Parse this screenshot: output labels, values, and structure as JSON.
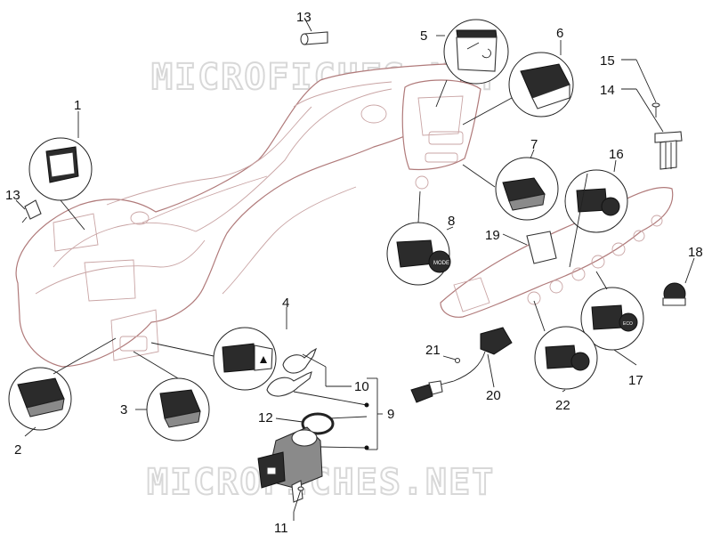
{
  "watermark": "MICROFICHES.NET",
  "callouts": [
    "1",
    "2",
    "3",
    "4",
    "5",
    "6",
    "7",
    "8",
    "9",
    "10",
    "11",
    "12",
    "13",
    "13",
    "14",
    "15",
    "16",
    "17",
    "18",
    "19",
    "20",
    "21",
    "22"
  ],
  "icon_texts": {
    "horn_button_text": "ECO",
    "trip_button_text": "MODE"
  },
  "colors": {
    "body_outline": "#b07a7a",
    "part_outline": "#333333",
    "watermark": "#d8d8d8"
  }
}
